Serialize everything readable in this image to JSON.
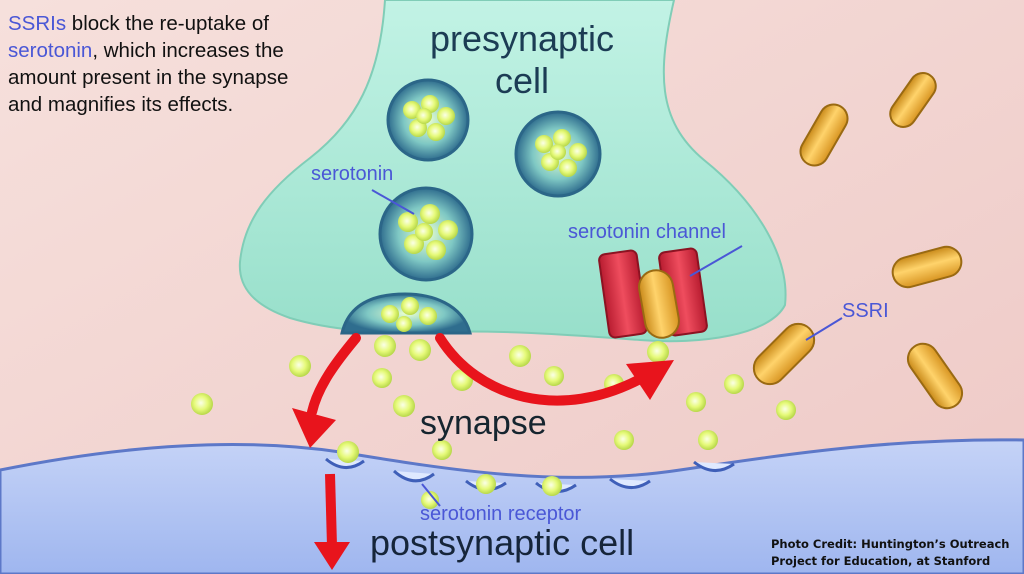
{
  "intro": {
    "ssris": "SSRIs",
    "text_a": " block the re-uptake of ",
    "serotonin": "serotonin",
    "text_b": ", which increases the amount present in the synapse and magnifies its effects."
  },
  "labels": {
    "presynaptic": "presynaptic cell",
    "serotonin": "serotonin",
    "serotonin_channel": "serotonin channel",
    "ssri": "SSRI",
    "synapse": "synapse",
    "serotonin_receptor": "serotonin receptor",
    "postsynaptic": "postsynaptic cell"
  },
  "credit": {
    "line1": "Photo Credit: Huntington’s Outreach",
    "line2": "Project for Education, at Stanford"
  },
  "colors": {
    "background": "#f3d9d6",
    "presynaptic": "#a6e6d4",
    "postsynaptic": "#b9c9f4",
    "serotonin": "#e6fa7a",
    "ssri": "#f2b53c",
    "channel": "#d92a3e",
    "arrow": "#e8141c",
    "label_accent": "#4a57d6"
  }
}
